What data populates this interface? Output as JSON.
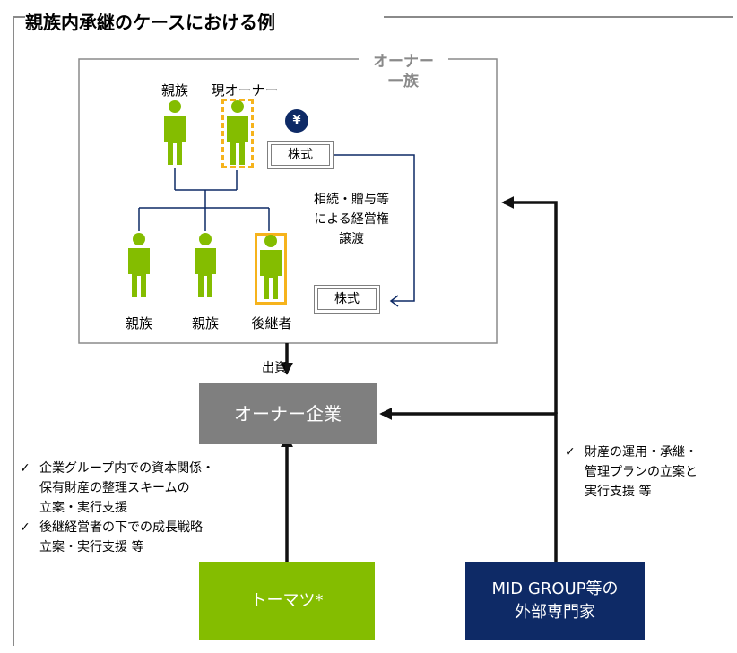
{
  "title": "親族内承継のケースにおける例",
  "family_group": {
    "label_lines": [
      "オーナー",
      "一族"
    ],
    "top_people": [
      {
        "label": "親族",
        "highlight": "none"
      },
      {
        "label": "現オーナー",
        "highlight": "dashed"
      }
    ],
    "bottom_people": [
      {
        "label": "親族",
        "highlight": "none"
      },
      {
        "label": "親族",
        "highlight": "none"
      },
      {
        "label": "後継者",
        "highlight": "solid"
      }
    ],
    "yen_symbol": "¥",
    "stock_top": "株式",
    "stock_bottom": "株式",
    "transfer_lines": [
      "相続・贈与等",
      "による経営権",
      "譲渡"
    ]
  },
  "investment_label": "出資",
  "owner_company": "オーナー企業",
  "tohmatsu": {
    "label": "トーマツ*",
    "support": [
      [
        "企業グループ内での資本関係・",
        "保有財産の整理スキームの",
        "立案・実行支援"
      ],
      [
        "後継経営者の下での成長戦略",
        "立案・実行支援 等"
      ]
    ]
  },
  "mid_group": {
    "label_lines": [
      "MID GROUP等の",
      "外部専門家"
    ],
    "support": [
      [
        "財産の運用・承継・",
        "管理プランの立案と",
        "実行支援 等"
      ]
    ]
  },
  "check_mark": "✓",
  "colors": {
    "person_green": "#84bd00",
    "highlight_orange": "#f6b31c",
    "navy": "#0e2a66",
    "gray": "#7f7f7f"
  }
}
